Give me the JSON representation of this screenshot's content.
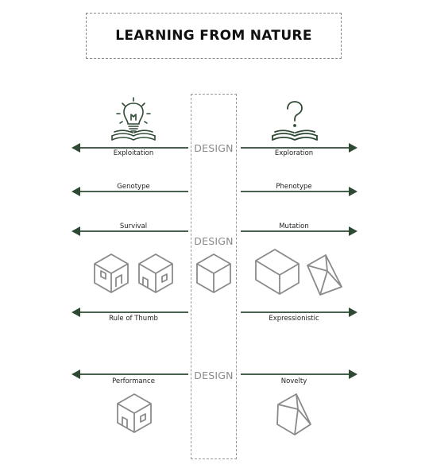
{
  "title": "LEARNING FROM NATURE",
  "design_label": "DESIGN",
  "rows": [
    {
      "left": "Exploitation",
      "right": "Exploration"
    },
    {
      "left": "Genotype",
      "right": "Phenotype"
    },
    {
      "left": "Survival",
      "right": "Mutation"
    },
    {
      "left": "Rule of Thumb",
      "right": "Expressionistic"
    },
    {
      "left": "Performance",
      "right": "Novelty"
    }
  ],
  "colors": {
    "arrow": "#2e4a35",
    "icon": "#2e4a35",
    "shape": "#8a8a8a"
  },
  "icons": {
    "top_left": "lightbulb-over-open-book-icon",
    "top_right": "question-mark-over-open-book-icon"
  }
}
